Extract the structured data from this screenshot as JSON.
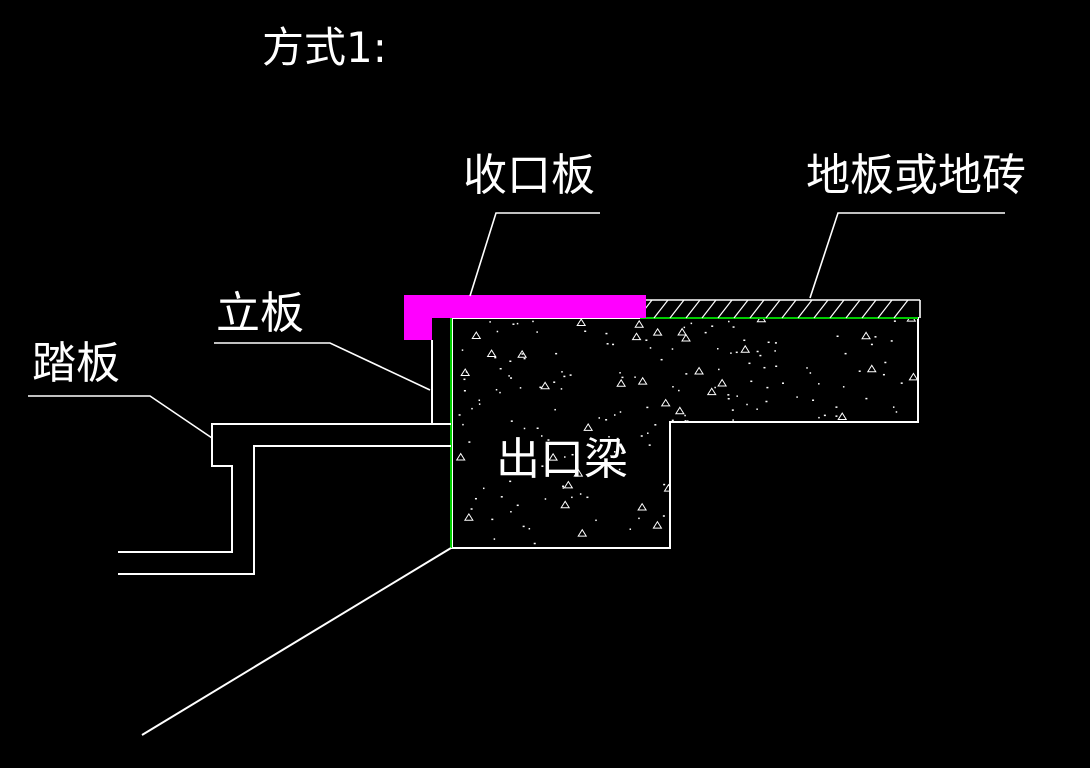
{
  "title": "方式1:",
  "labels": {
    "trim_board": "收口板",
    "floor": "地板或地砖",
    "riser": "立板",
    "tread": "踏板",
    "beam": "出口梁"
  },
  "colors": {
    "background": "#000000",
    "line": "#ffffff",
    "trim_board": "#ff00ff",
    "green_edge": "#00cc00"
  }
}
